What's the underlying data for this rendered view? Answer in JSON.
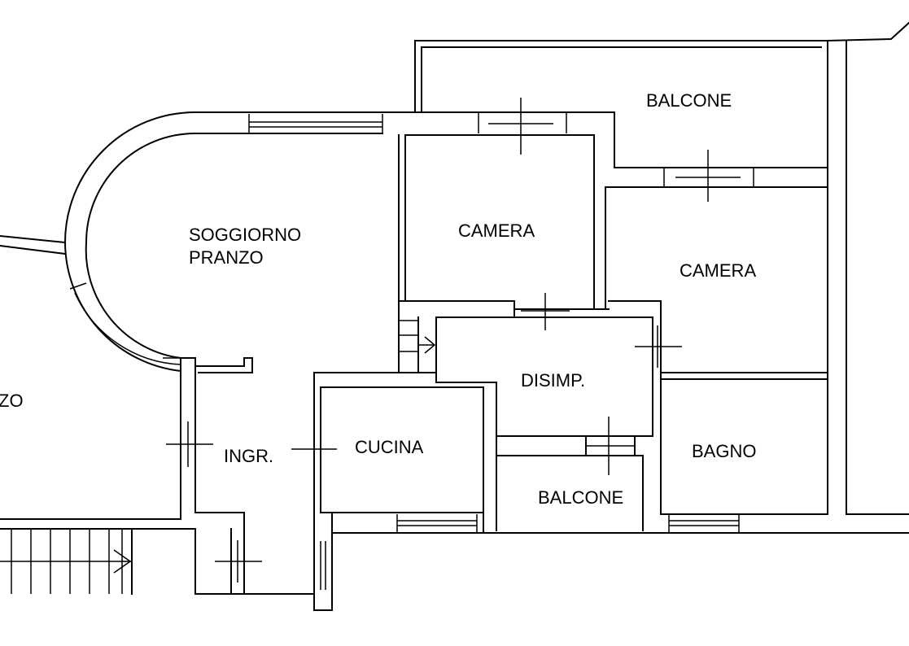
{
  "rooms": {
    "balcone_top": "BALCONE",
    "camera_1": "CAMERA",
    "camera_2": "CAMERA",
    "soggiorno_line1": "SOGGIORNO",
    "soggiorno_line2": "PRANZO",
    "disimpegno": "DISIMP.",
    "cucina": "CUCINA",
    "ingresso": "INGR.",
    "bagno": "BAGNO",
    "balcone_bottom": "BALCONE",
    "partial_left": "ZO"
  }
}
